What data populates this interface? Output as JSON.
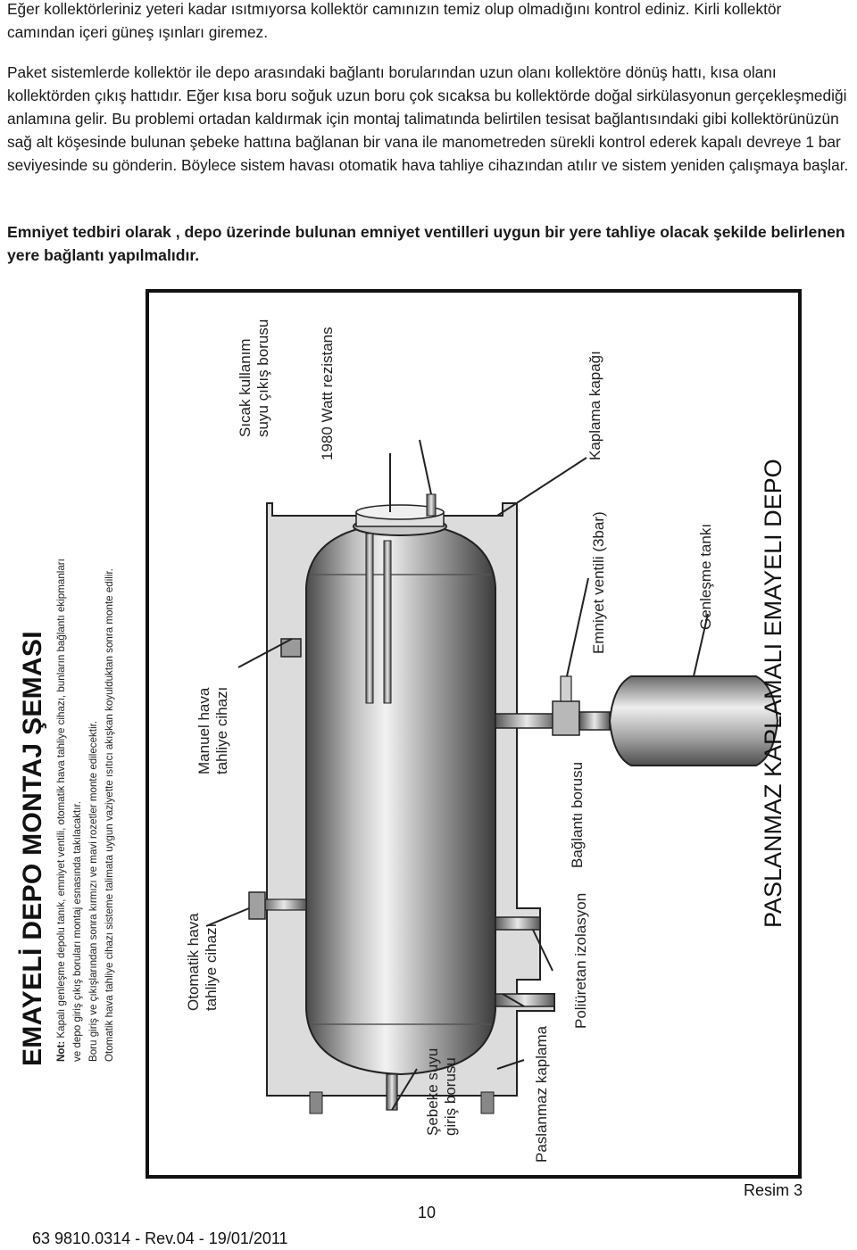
{
  "paragraphs": {
    "p1": "Eğer kollektörleriniz yeteri kadar ısıtmıyorsa kollektör camınızın temiz olup olmadığını kontrol ediniz. Kirli kollektör camından içeri güneş ışınları giremez.",
    "p2": "Paket sistemlerde kollektör ile depo arasındaki bağlantı borularından uzun olanı kollektöre dönüş hattı, kısa olanı kollektörden çıkış hattıdır. Eğer kısa boru soğuk uzun boru çok sıcaksa bu kollektörde doğal sirkülasyonun gerçekleşmediği anlamına gelir. Bu problemi ortadan kaldırmak için montaj talimatında belirtilen tesisat bağlantısındaki gibi kollektörünüzün sağ alt köşesinde bulunan şebeke hattına bağlanan bir vana ile manometreden sürekli kontrol ederek kapalı devreye 1 bar seviyesinde su gönderin. Böylece sistem havası otomatik hava tahliye cihazından atılır ve sistem yeniden çalışmaya başlar.",
    "p3": " Emniyet tedbiri olarak , depo üzerinde bulunan emniyet ventilleri uygun bir yere tahliye olacak şekilde belirlenen yere bağlantı yapılmalıdır."
  },
  "side": {
    "title": "EMAYELİ DEPO MONTAJ ŞEMASI",
    "note_label": "Not:",
    "note_line1": " Kapalı genleşme depolu tanık, emniyet ventili, otomatik hava tahliye cihazı, bunların bağlantı ekipmanları",
    "note_line2": "ve depo giriş çıkış boruları montaj esnasında takılacaktır.",
    "note_line3": "Boru giriş ve çıkışlarından sonra kırmızı ve mavi rozetler monte edilecektir.",
    "note_line4": "Otomatik hava tahliye cihazı sisteme talimata uygun vaziyette ısıtıcı akışkan koyulduktan sonra monte edilir."
  },
  "diagram": {
    "sicak_1": "Sıcak kullanım",
    "sicak_2": "suyu çıkış borusu",
    "rezistans": "1980 Watt rezistans",
    "kapak": "Kaplama kapağı",
    "emniyet": "Emniyet ventili (3bar)",
    "genlesme": "Genleşme tankı",
    "manuel_1": "Manuel hava",
    "manuel_2": "tahliye cihazı",
    "otomatik_1": "Otomatik hava",
    "otomatik_2": "tahliye cihazı",
    "sebeke_1": "Şebeke suyu",
    "sebeke_2": "giriş borusu",
    "kaplama": "Paslanmaz kaplama",
    "izolasyon": "Poliüretan izolasyon",
    "baglanti": "Bağlantı borusu",
    "big_title": "PASLANMAZ KAPLAMALI EMAYELI DEPO"
  },
  "footer": {
    "code": "63 9810.0314  -  Rev.04 - 19/01/2011",
    "page": "10",
    "figure": "Resim 3"
  }
}
